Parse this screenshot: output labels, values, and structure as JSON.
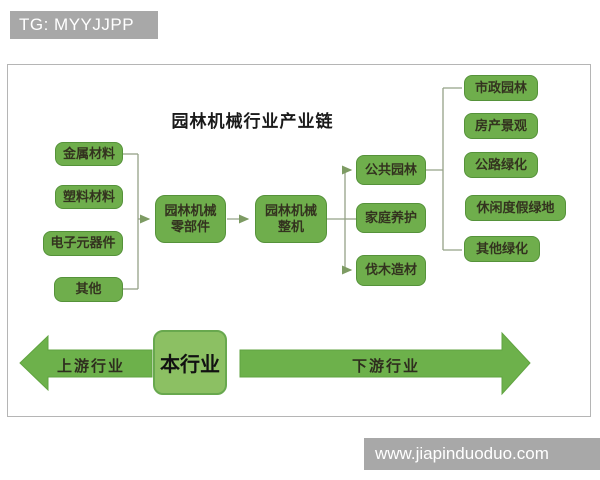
{
  "watermarks": {
    "top_banner": "TG: MYYJJPP",
    "bottom_banner": "www.jiapinduoduo.com"
  },
  "diagram": {
    "title": "园林机械行业产业链",
    "upstream_materials": [
      {
        "label": "金属材料"
      },
      {
        "label": "塑料材料"
      },
      {
        "label": "电子元器件"
      },
      {
        "label": "其他"
      }
    ],
    "core_chain": [
      {
        "line1": "园林机械",
        "line2": "零部件"
      },
      {
        "line1": "园林机械",
        "line2": "整机"
      }
    ],
    "downstream_applications": [
      {
        "label": "公共园林"
      },
      {
        "label": "家庭养护"
      },
      {
        "label": "伐木造材"
      }
    ],
    "public_garden_segments": [
      {
        "label": "市政园林"
      },
      {
        "label": "房产景观"
      },
      {
        "label": "公路绿化"
      },
      {
        "label": "休闲度假绿地"
      },
      {
        "label": "其他绿化"
      }
    ],
    "bottom_bar": {
      "upstream_label": "上游行业",
      "current_label": "本行业",
      "downstream_label": "下游行业"
    }
  },
  "colors": {
    "box_green": "#6fae4c",
    "box_border_green": "#55923a",
    "core_box_green": "#8cc063",
    "flow_arrow_green": "#6db14b",
    "connector_olive": "#95a287",
    "banner_gray": "#a8a8a8"
  }
}
